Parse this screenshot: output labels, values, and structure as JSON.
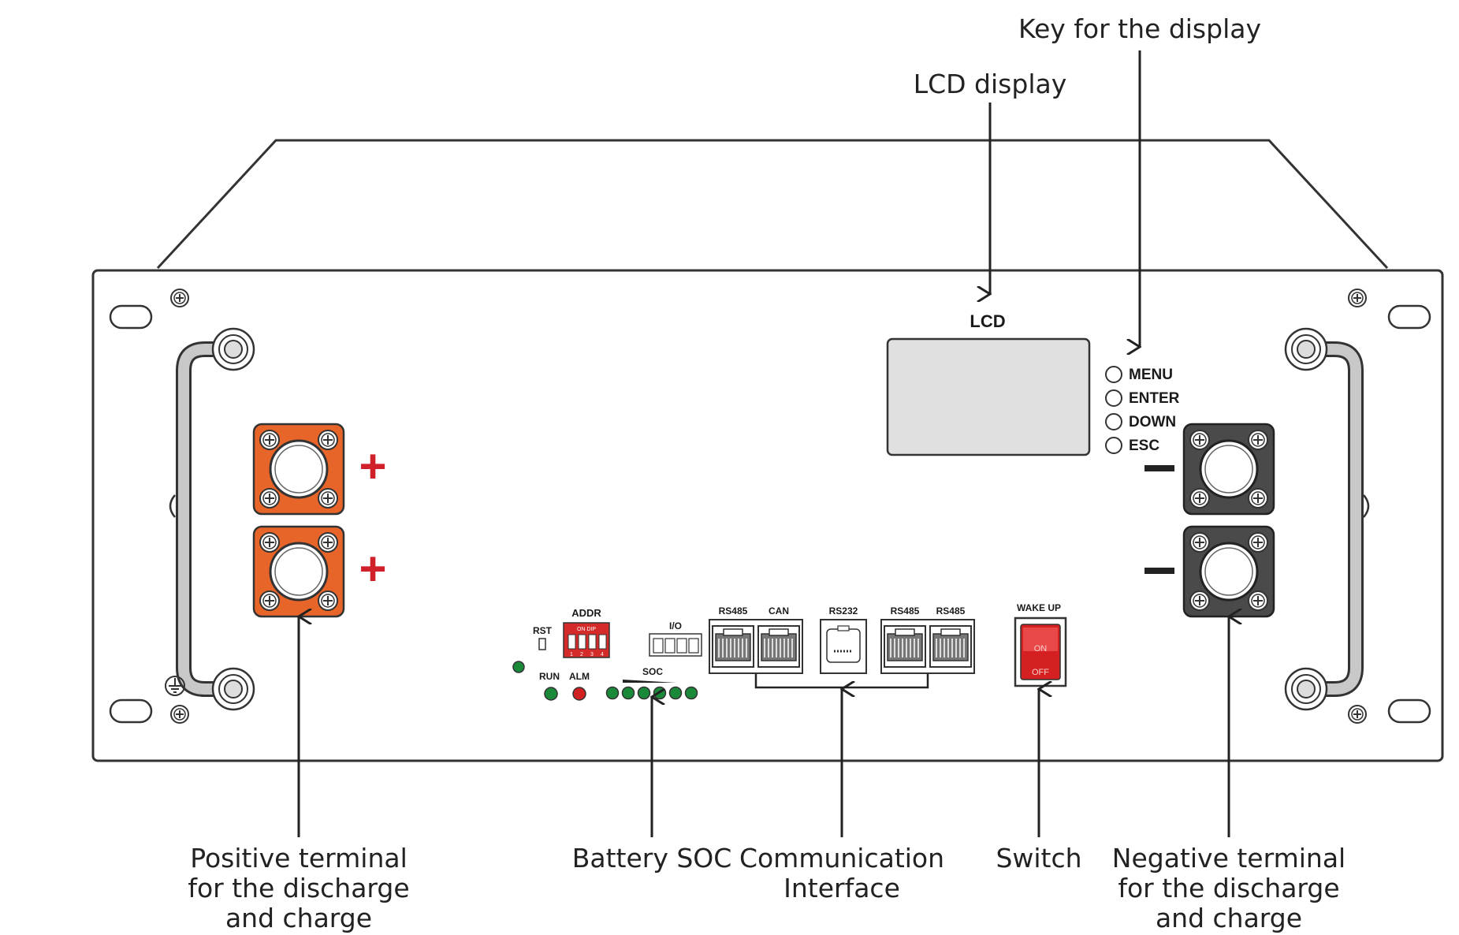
{
  "callouts": {
    "key_for_display": "Key for the display",
    "lcd_display": "LCD display",
    "positive_terminal": [
      "Positive terminal",
      "for the discharge",
      "and charge"
    ],
    "battery_soc": "Battery SOC",
    "communication_interface": [
      "Communication",
      "Interface"
    ],
    "switch": "Switch",
    "negative_terminal": [
      "Negative terminal",
      "for the discharge",
      "and charge"
    ]
  },
  "panel": {
    "lcd_label": "LCD",
    "keys": [
      "MENU",
      "ENTER",
      "DOWN",
      "ESC"
    ],
    "rst_label": "RST",
    "addr_label": "ADDR",
    "dip_text": "ON DIP",
    "dip_numbers": [
      "1",
      "2",
      "3",
      "4"
    ],
    "io_label": "I/O",
    "run_label": "RUN",
    "alm_label": "ALM",
    "soc_label": "SOC",
    "ports": [
      "RS485",
      "CAN",
      "RS232",
      "RS485",
      "RS485"
    ],
    "wake_up_label": "WAKE UP",
    "switch_on": "ON",
    "switch_off": "OFF",
    "positive_symbol": "+",
    "negative_symbol": "–"
  },
  "colors": {
    "positive_terminal": "#e8652a",
    "negative_terminal": "#4a4a4a",
    "run_led": "#1a8a3a",
    "alm_led": "#d02020",
    "soc_led": "#1a8a3a",
    "dip_switch": "#d42a2a",
    "power_switch": "#d42020",
    "plus_sign": "#d0202a",
    "lcd_screen": "#e0e0e0"
  }
}
